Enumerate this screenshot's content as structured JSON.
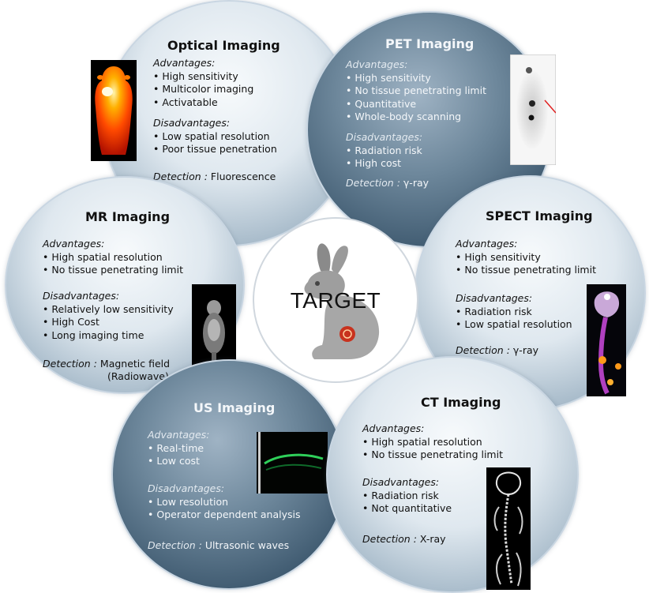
{
  "center": {
    "label": "TARGET"
  },
  "modalities": {
    "optical": {
      "title": "Optical Imaging",
      "advantages_label": "Advantages:",
      "advantages": [
        "High sensitivity",
        "Multicolor imaging",
        "Activatable"
      ],
      "disadvantages_label": "Disadvantages:",
      "disadvantages": [
        "Low spatial resolution",
        "Poor tissue penetration"
      ],
      "detection_label": "Detection :",
      "detection": "Fluorescence"
    },
    "pet": {
      "title": "PET Imaging",
      "advantages_label": "Advantages:",
      "advantages": [
        "High sensitivity",
        "No tissue penetrating limit",
        "Quantitative",
        "Whole-body scanning"
      ],
      "disadvantages_label": "Disadvantages:",
      "disadvantages": [
        "Radiation risk",
        "High cost"
      ],
      "detection_label": "Detection :",
      "detection": "γ-ray"
    },
    "mr": {
      "title": "MR Imaging",
      "advantages_label": "Advantages:",
      "advantages": [
        "High spatial resolution",
        "No tissue penetrating limit"
      ],
      "disadvantages_label": "Disadvantages:",
      "disadvantages": [
        "Relatively low sensitivity",
        "High Cost",
        "Long imaging time"
      ],
      "detection_label": "Detection :",
      "detection": "Magnetic field",
      "detection_line2": "(Radiowave)"
    },
    "spect": {
      "title": "SPECT Imaging",
      "advantages_label": "Advantages:",
      "advantages": [
        "High sensitivity",
        "No tissue penetrating limit"
      ],
      "disadvantages_label": "Disadvantages:",
      "disadvantages": [
        "Radiation risk",
        "Low spatial resolution"
      ],
      "detection_label": "Detection :",
      "detection": "γ-ray"
    },
    "us": {
      "title": "US Imaging",
      "advantages_label": "Advantages:",
      "advantages": [
        "Real-time",
        "Low cost"
      ],
      "disadvantages_label": "Disadvantages:",
      "disadvantages": [
        "Low resolution",
        "Operator dependent analysis"
      ],
      "detection_label": "Detection :",
      "detection": "Ultrasonic waves"
    },
    "ct": {
      "title": "CT Imaging",
      "advantages_label": "Advantages:",
      "advantages": [
        "High spatial resolution",
        "No tissue penetrating limit"
      ],
      "disadvantages_label": "Disadvantages:",
      "disadvantages": [
        "Radiation risk",
        "Not quantitative"
      ],
      "detection_label": "Detection :",
      "detection": "X-ray"
    }
  }
}
